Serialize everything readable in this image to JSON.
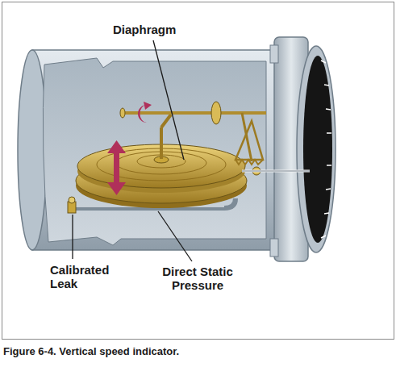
{
  "diagram": {
    "caption": "Figure 6-4. Vertical speed indicator.",
    "labels": [
      "Diaphragm",
      "Calibrated Leak",
      "Direct Static Pressure"
    ]
  }
}
